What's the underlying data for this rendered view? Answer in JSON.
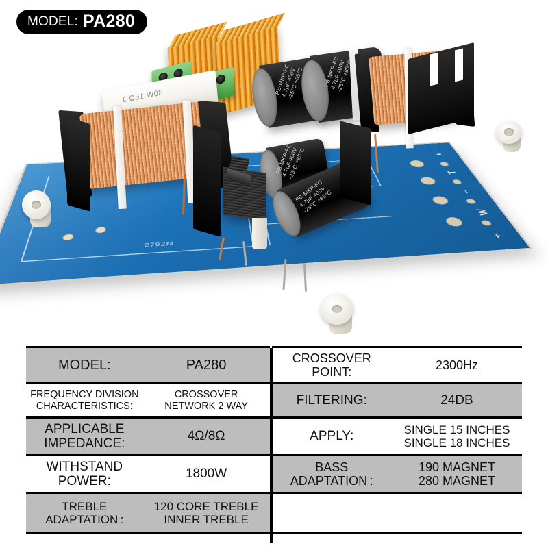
{
  "badge": {
    "label": "MODEL:",
    "value": "PA280"
  },
  "product": {
    "pcb_color": "#1d72b8",
    "heatsink_color": "#e8961c",
    "terminal_color": "#5fb65a",
    "silkscreen": {
      "plus_right": "+",
      "tweeter": "T",
      "minus": "–",
      "woofer": "W",
      "plus_left": "+",
      "board_code": "2792M"
    },
    "components": [
      {
        "name": "ceramic-resistor",
        "print": "30W 16Ω J"
      },
      {
        "name": "film-capacitor-1",
        "print_line1": "PB-MKP-FC",
        "print_line2": "4.7µF 400V",
        "print_line3": "-25°C +85°C"
      },
      {
        "name": "film-capacitor-2",
        "print_line1": "PB-MKP-FC",
        "print_line2": "4.7µF 400V",
        "print_line3": "-25°C +85°C"
      },
      {
        "name": "film-capacitor-3",
        "print_line1": "PB-MKP-FC",
        "print_line2": "4.7µF 400V",
        "print_line3": "-25°C +85°C"
      },
      {
        "name": "film-capacitor-4",
        "print_line1": "PB-MKP-FC",
        "print_line2": "4.7µF 400V",
        "print_line3": "-25°C +85°C"
      }
    ]
  },
  "spec_table": {
    "left_rows": [
      {
        "key": "MODEL:",
        "values": [
          "PA280"
        ],
        "shaded": true
      },
      {
        "key": "FREQUENCY DIVISION\nCHARACTERISTICS:",
        "key_line1": "FREQUENCY DIVISION",
        "key_line2": "CHARACTERISTICS:",
        "values": [
          "CROSSOVER",
          "NETWORK 2 WAY"
        ],
        "shaded": false
      },
      {
        "key_line1": "APPLICABLE",
        "key_line2": "IMPEDANCE:",
        "values": [
          "4Ω/8Ω"
        ],
        "shaded": true
      },
      {
        "key_line1": "WITHSTAND",
        "key_line2": "POWER:",
        "values": [
          "1800W"
        ],
        "shaded": false
      },
      {
        "key_line1": "TREBLE",
        "key_line2": "ADAPTATION :",
        "values": [
          "120 CORE TREBLE",
          "INNER TREBLE"
        ],
        "shaded": true
      }
    ],
    "right_rows": [
      {
        "key_line1": "CROSSOVER",
        "key_line2": "POINT:",
        "values": [
          "2300Hz"
        ],
        "shaded": false
      },
      {
        "key_line1": "FILTERING:",
        "key_line2": "",
        "values": [
          "24DB"
        ],
        "shaded": true
      },
      {
        "key_line1": "APPLY:",
        "key_line2": "",
        "values": [
          "SINGLE 15 INCHES",
          "SINGLE 18 INCHES"
        ],
        "shaded": false
      },
      {
        "key_line1": "BASS",
        "key_line2": "ADAPTATION :",
        "values": [
          "190 MAGNET",
          "280 MAGNET"
        ],
        "shaded": true
      },
      {
        "key_line1": "",
        "key_line2": "",
        "values": [
          ""
        ],
        "shaded": false
      }
    ]
  }
}
